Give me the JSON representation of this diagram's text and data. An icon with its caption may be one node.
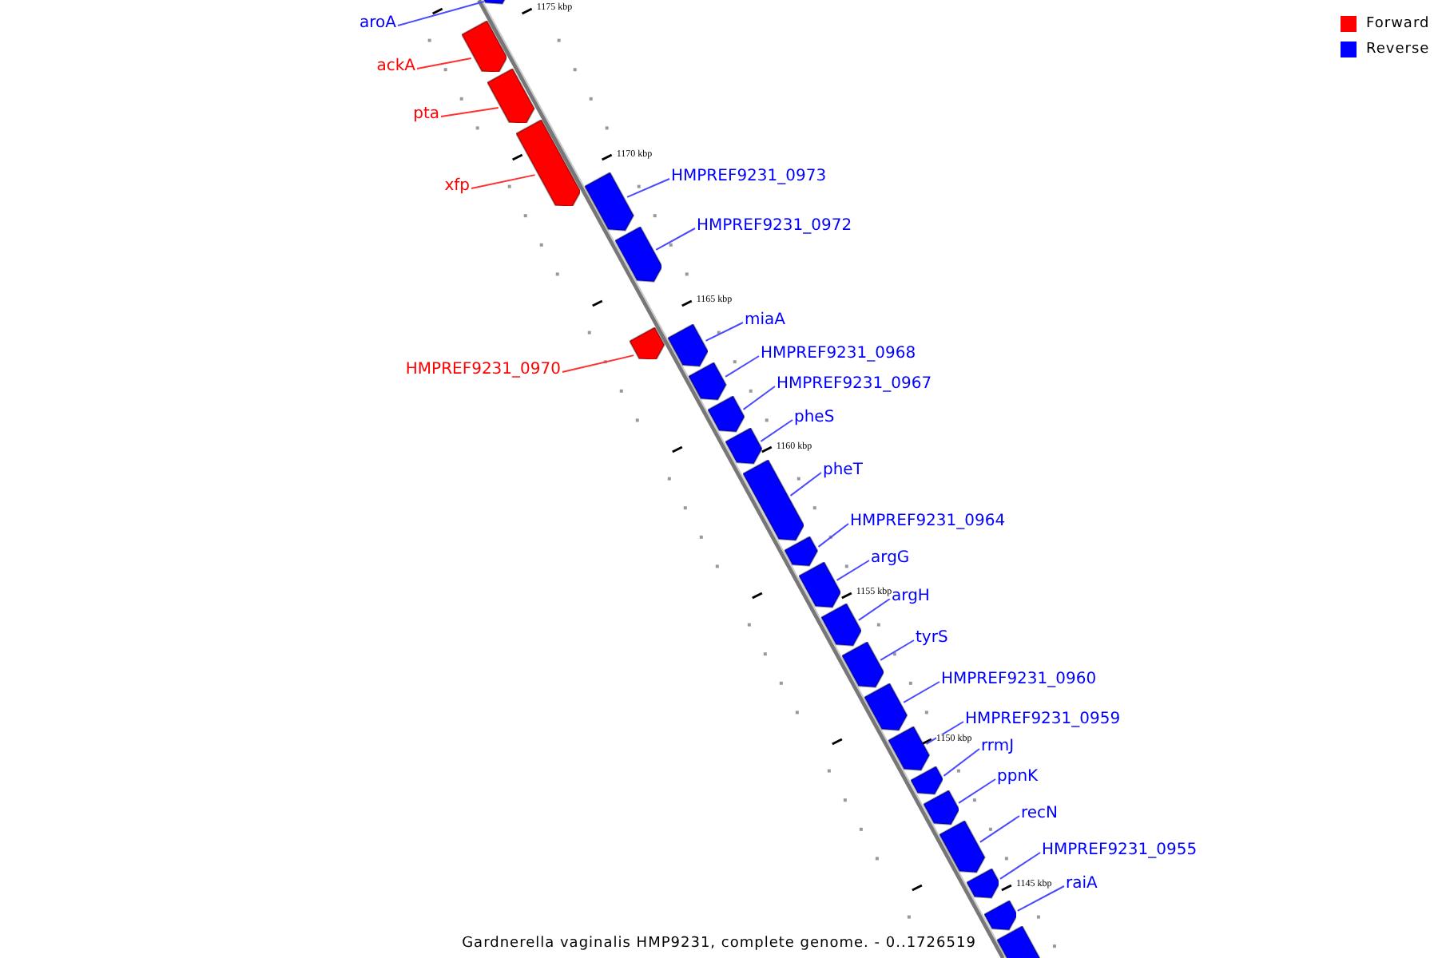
{
  "diagram": {
    "caption": "Gardnerella vaginalis HMP9231, complete genome. - 0..1726519",
    "nodes": [
      {
        "text": [
          "aroA"
        ]
      },
      {
        "text": [],
        "shape": "box"
      },
      {
        "text": [
          "ackA"
        ]
      },
      {
        "text": [],
        "shape": "box"
      },
      {
        "text": [
          "pta"
        ]
      },
      {
        "text": [],
        "shape": "box"
      },
      {
        "text": [
          "xfp"
        ]
      },
      {
        "text": [],
        "shape": "box"
      },
      {
        "text": [
          "HMPREF9231_0973"
        ]
      },
      {
        "text": [],
        "shape": "box"
      },
      {
        "text": [
          "HMPREF9231_0972"
        ]
      },
      {
        "text": [],
        "shape": "box"
      },
      {
        "text": [
          "HMPREF9231_0970"
        ]
      },
      {
        "text": [],
        "shape": "box"
      },
      {
        "text": [
          "miaA"
        ]
      },
      {
        "text": [],
        "shape": "box"
      },
      {
        "text": [
          "HMPREF9231_0968"
        ]
      },
      {
        "text": [],
        "shape": "box"
      },
      {
        "text": [
          "HMPREF9231_0967"
        ]
      },
      {
        "text": [],
        "shape": "box"
      },
      {
        "text": [
          "pheS"
        ]
      },
      {
        "text": [],
        "shape": "box"
      },
      {
        "text": [
          "pheT"
        ]
      },
      {
        "text": [],
        "shape": "box"
      },
      {
        "text": [
          "HMPREF9231_0964"
        ]
      },
      {
        "text": [],
        "shape": "box"
      },
      {
        "text": [
          "argG"
        ]
      },
      {
        "text": [],
        "shape": "box"
      },
      {
        "text": [
          "argH"
        ]
      },
      {
        "text": [],
        "shape": "box"
      },
      {
        "text": [
          "tyrS"
        ]
      },
      {
        "text": [],
        "shape": "box"
      },
      {
        "text": [
          "HMPREF9231_0960"
        ]
      },
      {
        "text": [],
        "shape": "box"
      },
      {
        "text": [
          "HMPREF9231_0959"
        ]
      },
      {
        "text": [],
        "shape": "box"
      },
      {
        "text": [
          "rrmJ"
        ]
      },
      {
        "text": [],
        "shape": "box"
      },
      {
        "text": [
          "ppnK"
        ]
      },
      {
        "text": [],
        "shape": "box"
      },
      {
        "text": [
          "recN"
        ]
      },
      {
        "text": [],
        "shape": "box"
      },
      {
        "text": [
          "HMPREF9231_0955"
        ]
      },
      {
        "text": [],
        "shape": "box"
      },
      {
        "text": [
          "raiA"
        ]
      },
      {
        "text": [],
        "shape": "box"
      },
      {
        "text": [],
        "shape": "box"
      }
    ],
    "edges": [
      {
        "from": 0,
        "to": 1,
        "arrow": "none"
      },
      {
        "from": 2,
        "to": 3,
        "arrow": "none",
        "color": "#ff3030"
      },
      {
        "from": 4,
        "to": 5,
        "arrow": "none",
        "color": "#ff3030"
      },
      {
        "from": 6,
        "to": 7,
        "arrow": "none",
        "color": "#ff3030"
      },
      {
        "from": 8,
        "to": 9,
        "arrow": "none"
      },
      {
        "from": 10,
        "to": 11,
        "arrow": "none"
      },
      {
        "from": 12,
        "to": 13,
        "arrow": "none",
        "color": "#ff3030"
      },
      {
        "from": 14,
        "to": 15,
        "arrow": "none"
      },
      {
        "from": 16,
        "to": 17,
        "arrow": "none"
      },
      {
        "from": 18,
        "to": 19,
        "arrow": "none"
      },
      {
        "from": 20,
        "to": 21,
        "arrow": "none"
      },
      {
        "from": 22,
        "to": 23,
        "arrow": "none"
      },
      {
        "from": 24,
        "to": 25,
        "arrow": "none"
      },
      {
        "from": 26,
        "to": 27,
        "arrow": "none"
      },
      {
        "from": 28,
        "to": 29,
        "arrow": "none"
      },
      {
        "from": 30,
        "to": 31,
        "arrow": "none"
      },
      {
        "from": 32,
        "to": 33,
        "arrow": "none"
      },
      {
        "from": 34,
        "to": 35,
        "arrow": "none"
      },
      {
        "from": 36,
        "to": 37,
        "arrow": "none"
      },
      {
        "from": 38,
        "to": 39,
        "arrow": "none"
      },
      {
        "from": 40,
        "to": 41,
        "arrow": "none"
      },
      {
        "from": 42,
        "to": 43,
        "arrow": "none"
      },
      {
        "from": 44,
        "to": 45,
        "arrow": "none"
      }
    ],
    "labels": [
      "1175 kbp",
      "1170 kbp",
      "1165 kbp",
      "1160 kbp",
      "1155 kbp",
      "1150 kbp",
      "1145 kbp"
    ],
    "legend": [
      {
        "text": "Forward",
        "color": "#ff0000"
      },
      {
        "text": "Reverse",
        "color": "#0000ff"
      }
    ]
  }
}
